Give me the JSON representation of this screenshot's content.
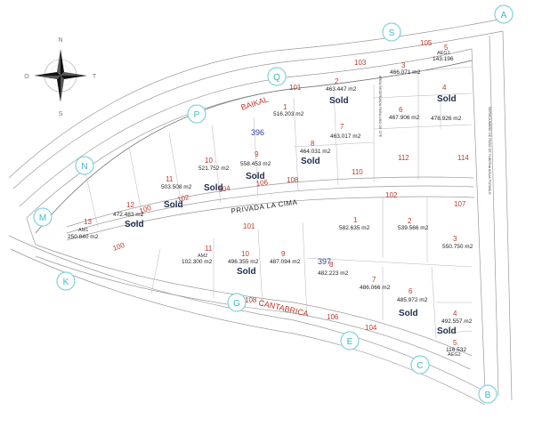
{
  "compass": {
    "north": "N",
    "south": "S",
    "east": "T",
    "west": "O"
  },
  "markers": [
    "A",
    "S",
    "Q",
    "P",
    "N",
    "M",
    "K",
    "G",
    "E",
    "C",
    "B"
  ],
  "streets": {
    "baikal": "BAIKAL",
    "cantabrica": "CANTABRICA",
    "privada": "PRIVADA LA CIMA"
  },
  "street_numbers": [
    "105",
    "103",
    "101",
    "100",
    "102",
    "104",
    "106",
    "108",
    "110",
    "112",
    "114",
    "107",
    "101",
    "100",
    "102",
    "104",
    "106",
    "108"
  ],
  "blocks": [
    "396",
    "397"
  ],
  "block396_lots": [
    {
      "lot": "5",
      "area": "143.196",
      "code": "AEG1"
    },
    {
      "lot": "3",
      "area": "466.071 m2"
    },
    {
      "lot": "2",
      "area": "463.447 m2",
      "sold": "Sold"
    },
    {
      "lot": "4",
      "area": "",
      "sold": "Sold"
    },
    {
      "lot": "6",
      "area": "467.906 m2"
    },
    {
      "lot": "",
      "area": "478.926 m2"
    },
    {
      "lot": "1",
      "area": "516.203 m2"
    },
    {
      "lot": "7",
      "area": "463.017 m2"
    },
    {
      "lot": "8",
      "area": "464.031 m2",
      "sold": "Sold"
    },
    {
      "lot": "9",
      "area": "558.453 m2",
      "sold": "Sold"
    },
    {
      "lot": "10",
      "area": "521.752 m2",
      "sold": "Sold"
    },
    {
      "lot": "11",
      "area": "503.508 m2",
      "sold": "Sold"
    },
    {
      "lot": "12",
      "area": "472.483 m2",
      "sold": "Sold"
    },
    {
      "lot": "13",
      "area": "250.840 m2",
      "code": "AM1"
    }
  ],
  "block397_lots": [
    {
      "lot": "1",
      "area": "582.635 m2"
    },
    {
      "lot": "2",
      "area": "539.566 m2"
    },
    {
      "lot": "3",
      "area": "550.750 m2"
    },
    {
      "lot": "7",
      "area": "486.066 m2"
    },
    {
      "lot": "6",
      "area": "485.972 m2",
      "sold": "Sold"
    },
    {
      "lot": "4",
      "area": "492.557 m2",
      "sold": "Sold"
    },
    {
      "lot": "5",
      "area": "116.532",
      "code": "AEG2"
    },
    {
      "lot": "8",
      "area": "482.223 m2"
    },
    {
      "lot": "9",
      "area": "487.094 m2"
    },
    {
      "lot": "10",
      "area": "496.355 m2",
      "sold": "Sold"
    },
    {
      "lot": "11",
      "area": "102.300 m2",
      "code": "AM2"
    }
  ],
  "vertical_note": "SERVIDUMBRE DE PASO DE TUBERIA AGUA POTABLE",
  "vertical_note2": "AREA RESERVADA PARA USO DE CFE"
}
